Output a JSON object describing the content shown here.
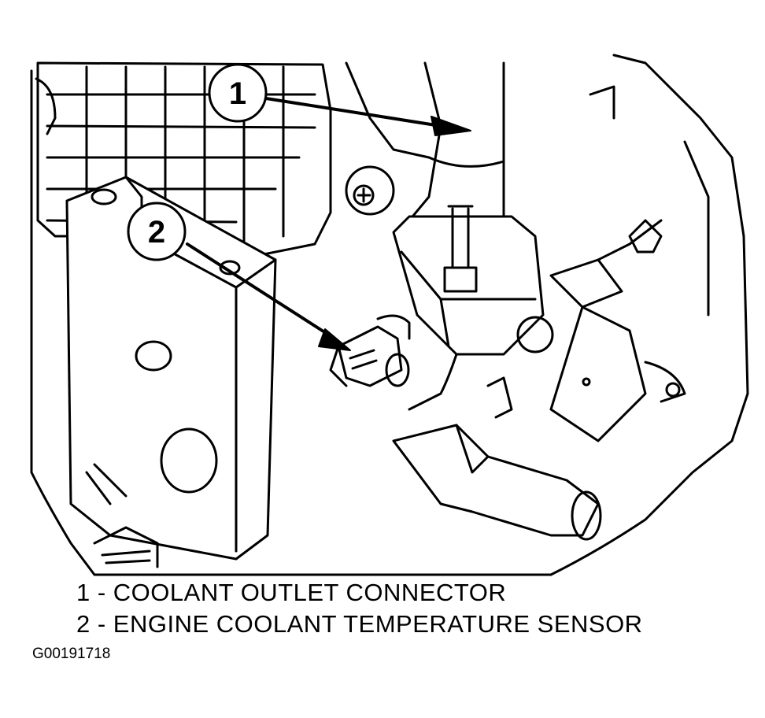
{
  "callouts": [
    {
      "number": "1"
    },
    {
      "number": "2"
    }
  ],
  "legend": [
    {
      "text": "1 - COOLANT OUTLET CONNECTOR"
    },
    {
      "text": "2 - ENGINE COOLANT TEMPERATURE SENSOR"
    }
  ],
  "figure_code": "G00191718",
  "colors": {
    "line": "#000000",
    "background": "#ffffff"
  }
}
